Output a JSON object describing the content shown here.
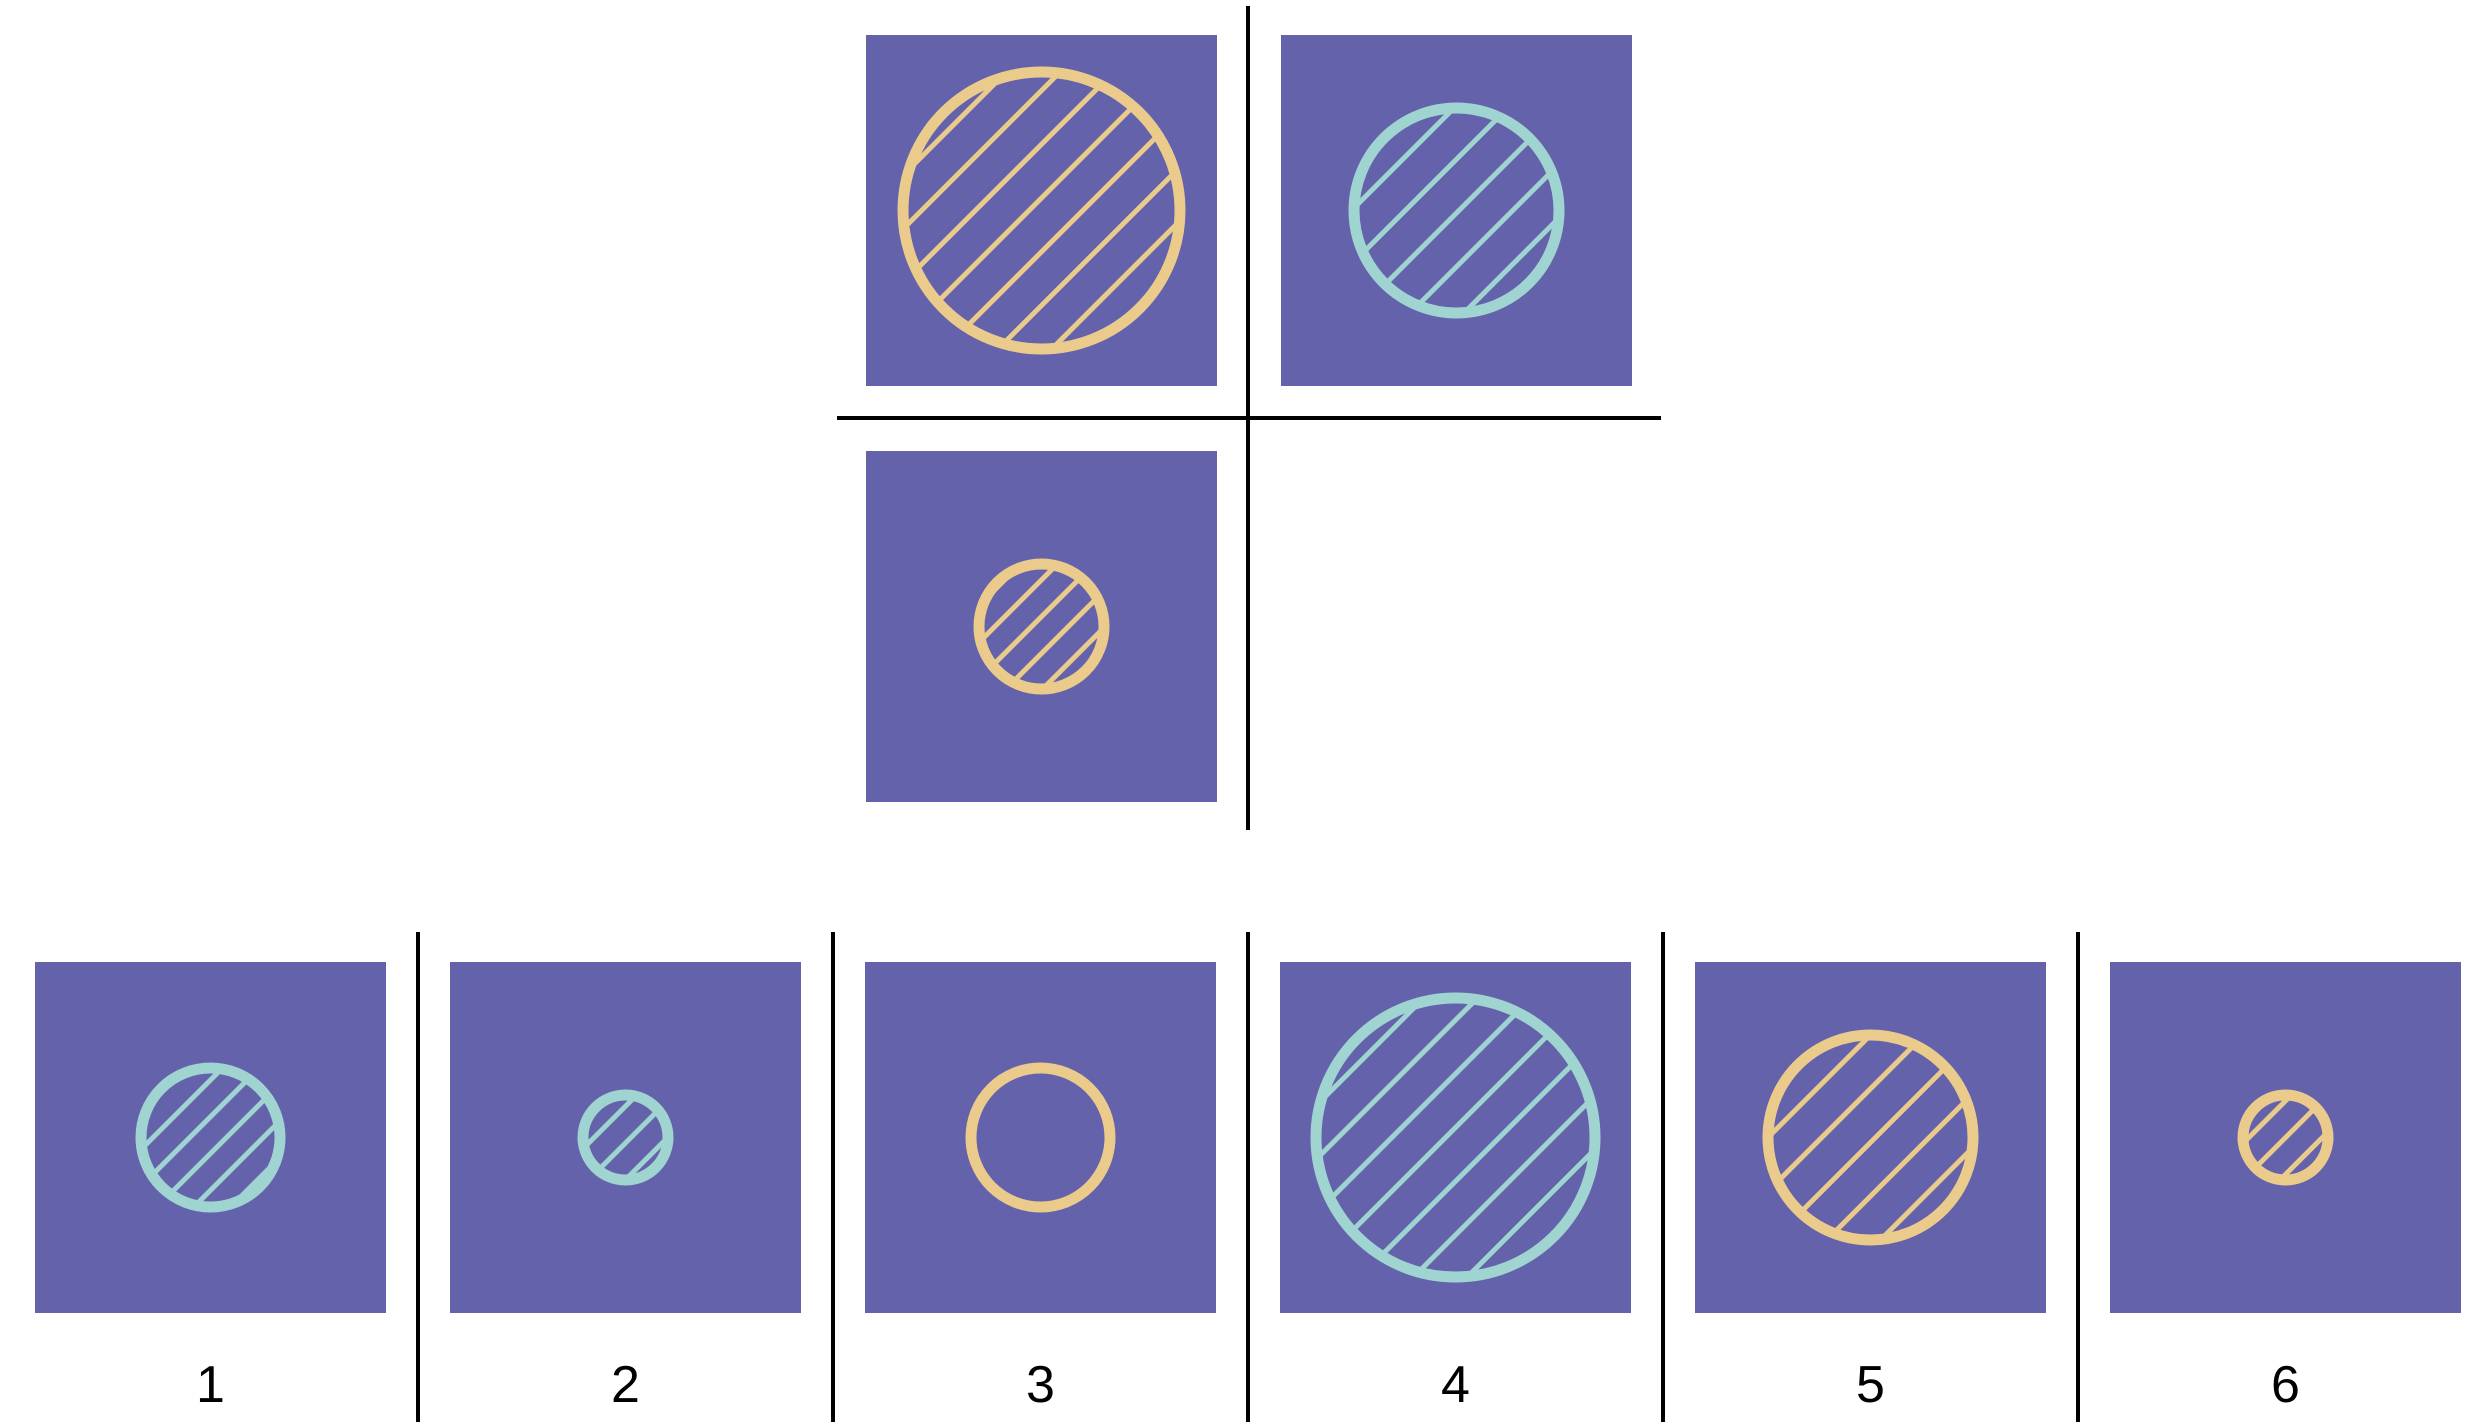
{
  "colors": {
    "panel": "#6462ab",
    "yellow": "#ebcb8b",
    "teal": "#9fd4d1",
    "divider": "#000000"
  },
  "matrix": [
    {
      "id": "matrix-cell-1",
      "circle": {
        "color": "yellow",
        "size": "large",
        "fill": "hatched"
      }
    },
    {
      "id": "matrix-cell-2",
      "circle": {
        "color": "teal",
        "size": "medium",
        "fill": "hatched"
      }
    },
    {
      "id": "matrix-cell-3",
      "circle": {
        "color": "yellow",
        "size": "small",
        "fill": "hatched"
      }
    },
    {
      "id": "matrix-cell-4",
      "empty": true
    }
  ],
  "options": [
    {
      "label": "1",
      "circle": {
        "color": "teal",
        "size": "small-medium",
        "fill": "hatched"
      }
    },
    {
      "label": "2",
      "circle": {
        "color": "teal",
        "size": "tiny",
        "fill": "hatched"
      }
    },
    {
      "label": "3",
      "circle": {
        "color": "yellow",
        "size": "small-medium",
        "fill": "none"
      }
    },
    {
      "label": "4",
      "circle": {
        "color": "teal",
        "size": "extra-large",
        "fill": "hatched"
      }
    },
    {
      "label": "5",
      "circle": {
        "color": "yellow",
        "size": "medium-large",
        "fill": "hatched"
      }
    },
    {
      "label": "6",
      "circle": {
        "color": "yellow",
        "size": "tiny",
        "fill": "hatched"
      }
    }
  ]
}
